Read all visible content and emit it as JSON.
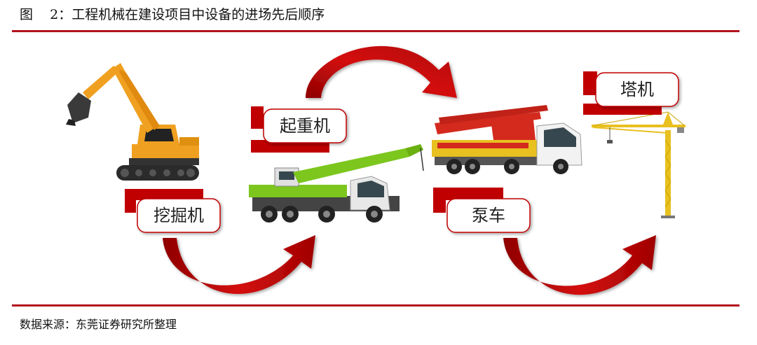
{
  "figure": {
    "title": "图    2：工程机械在建设项目中设备的进场先后顺序",
    "source": "数据来源：东莞证券研究所整理"
  },
  "steps": [
    {
      "label": "挖掘机",
      "icon": "excavator-icon"
    },
    {
      "label": "起重机",
      "icon": "truck-crane-icon"
    },
    {
      "label": "泵车",
      "icon": "concrete-pump-truck-icon"
    },
    {
      "label": "塔机",
      "icon": "tower-crane-icon"
    }
  ],
  "colors": {
    "accent": "#b3121e",
    "arrow": "#c00000",
    "excavator": "#f0a020",
    "crane_green": "#7cc61e",
    "pump_red": "#d42a1e",
    "tower_yellow": "#e8c020"
  }
}
